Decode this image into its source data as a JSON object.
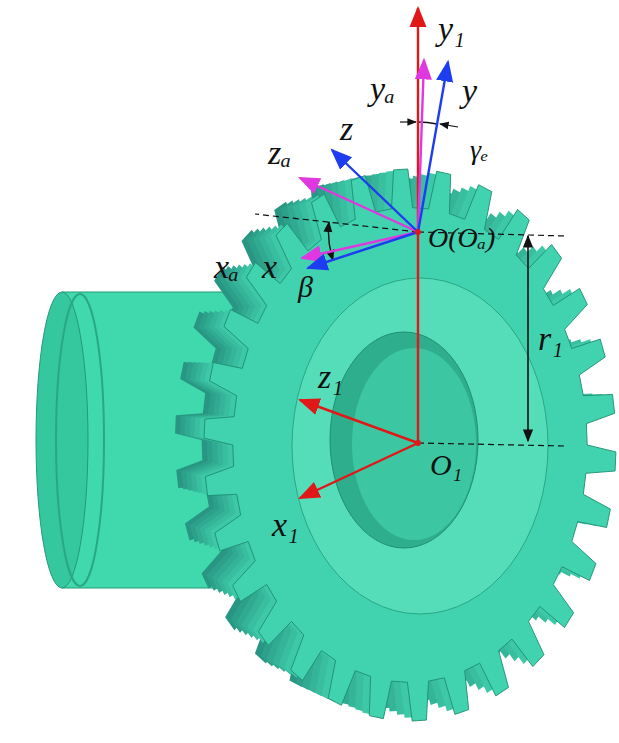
{
  "diagram": {
    "labels": [
      "y₁",
      "yₐ",
      "y",
      "γₑ",
      "z",
      "zₐ",
      "O(Oₐ)",
      "xₐ",
      "x",
      "β",
      "r₁",
      "z₁",
      "O₁",
      "x₁"
    ]
  }
}
